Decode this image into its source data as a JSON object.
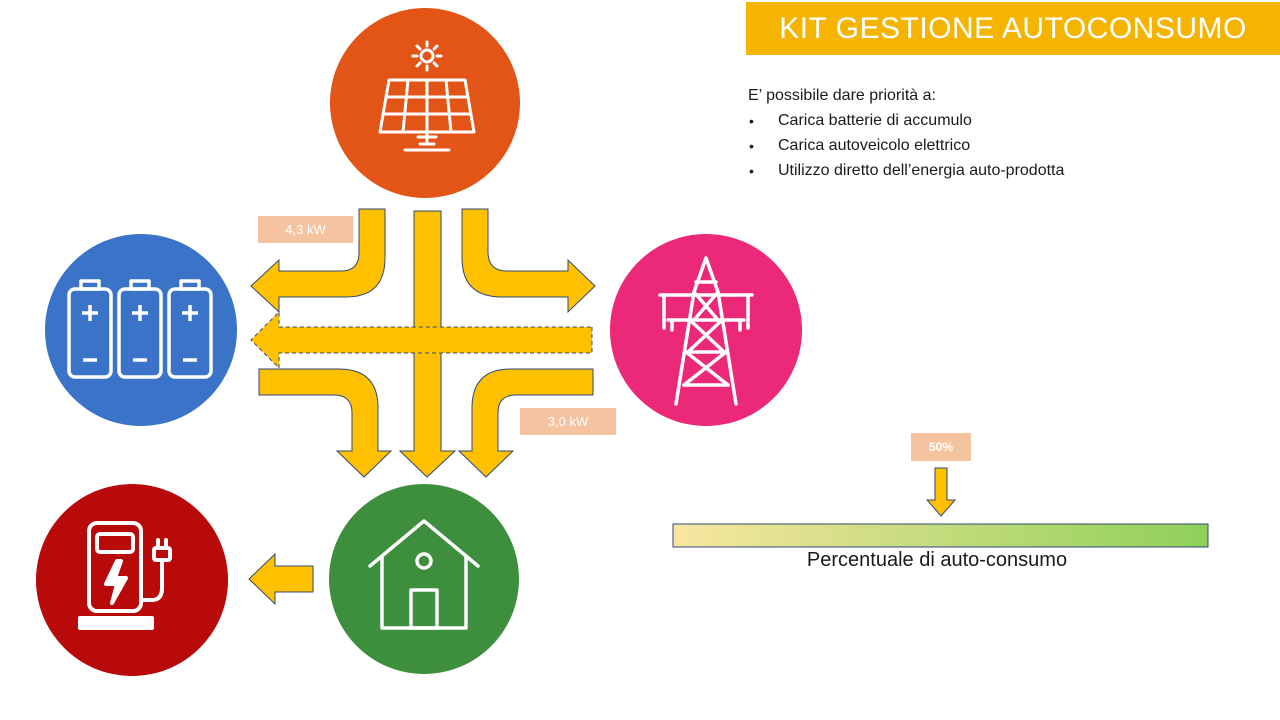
{
  "title": "KIT GESTIONE AUTOCONSUMO",
  "info": {
    "intro": "E’ possibile dare priorità a:",
    "items": [
      "Carica batterie di accumulo",
      "Carica autoveicolo elettrico",
      "Utilizzo diretto dell’energia auto-prodotta"
    ]
  },
  "flows": {
    "pv_to_battery": "4,3 kW",
    "grid_to_home": "3,0 kW"
  },
  "self_consumption": {
    "percent_label": "50%",
    "fraction": 0.5,
    "scale_label": "Percentuale di auto-consumo"
  },
  "nodes": {
    "solar": {
      "icon": "solar-panel-icon",
      "color": "#E35417"
    },
    "battery": {
      "icon": "battery-icon",
      "color": "#3A73C8"
    },
    "grid": {
      "icon": "power-pylon-icon",
      "color": "#EC2878"
    },
    "ev": {
      "icon": "ev-charger-icon",
      "color": "#B80A0A"
    },
    "home": {
      "icon": "house-icon",
      "color": "#3D8E3D"
    }
  },
  "colors": {
    "arrow_fill": "#FFC000",
    "arrow_stroke": "#2F4A78",
    "title_bg": "#F5B400",
    "label_bg": "#F6C3A0",
    "scale_start": "#F8E6A0",
    "scale_end": "#8ED058"
  }
}
